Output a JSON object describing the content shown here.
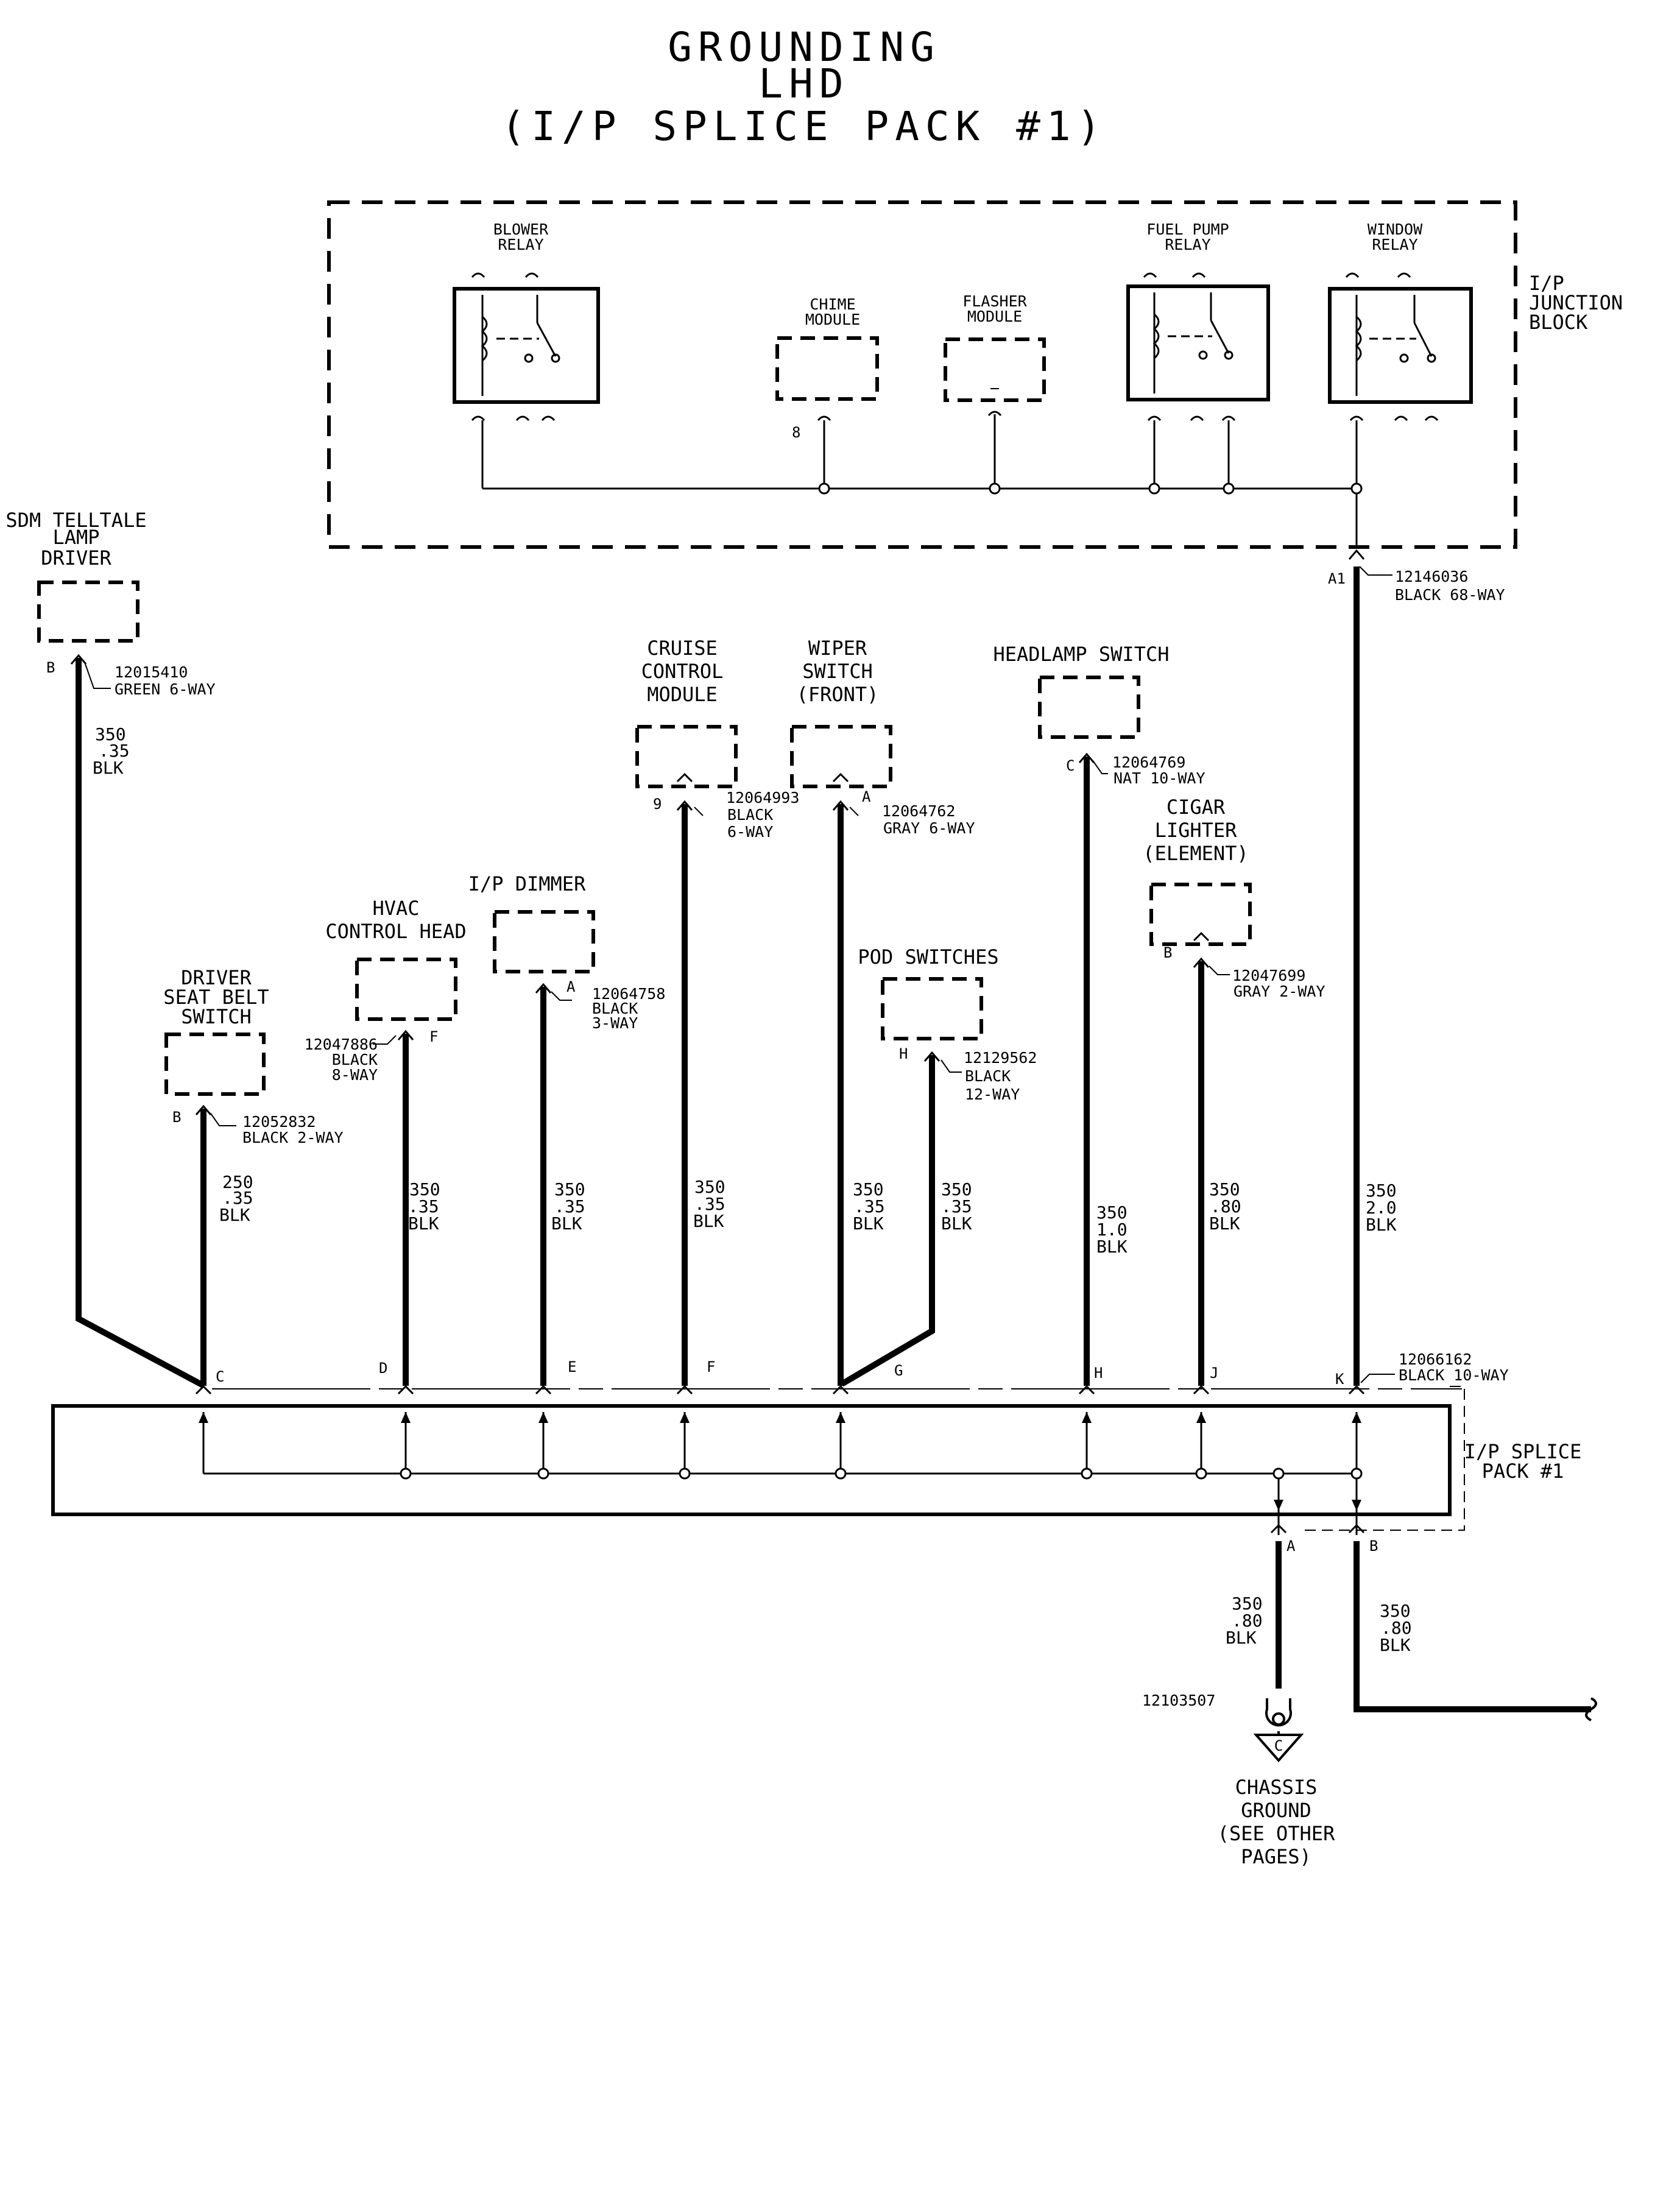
{
  "title": {
    "line1": "GROUNDING",
    "line2": "LHD",
    "line3": "(I/P SPLICE PACK #1)"
  },
  "junction_block": {
    "label": [
      "I/P",
      "JUNCTION",
      "BLOCK"
    ],
    "components": {
      "blower_relay": [
        "BLOWER",
        "RELAY"
      ],
      "chime_module": [
        "CHIME",
        "MODULE"
      ],
      "chime_pin": "8",
      "flasher_module": [
        "FLASHER",
        "MODULE"
      ],
      "fuel_pump_relay": [
        "FUEL PUMP",
        "RELAY"
      ],
      "window_relay": [
        "WINDOW",
        "RELAY"
      ]
    },
    "connector": {
      "pin": "A1",
      "part": "12146036",
      "desc": "BLACK 68-WAY"
    }
  },
  "components": {
    "sdm": {
      "label": [
        "SDM TELLTALE",
        "LAMP",
        "DRIVER"
      ],
      "pin": "B",
      "part": "12015410",
      "desc": "GREEN 6-WAY",
      "wire": [
        "350",
        ".35",
        "BLK"
      ]
    },
    "driver_seat_belt": {
      "label": [
        "DRIVER",
        "SEAT BELT",
        "SWITCH"
      ],
      "pin": "B",
      "part": "12052832",
      "desc": "BLACK 2-WAY",
      "wire": [
        "250",
        ".35",
        "BLK"
      ]
    },
    "hvac": {
      "label": [
        "HVAC",
        "CONTROL HEAD"
      ],
      "pin": "F",
      "part": "12047886",
      "desc": [
        "BLACK",
        "8-WAY"
      ],
      "wire": [
        "350",
        ".35",
        "BLK"
      ]
    },
    "ip_dimmer": {
      "label": [
        "I/P DIMMER"
      ],
      "pin": "A",
      "part": "12064758",
      "desc": [
        "BLACK",
        "3-WAY"
      ],
      "wire": [
        "350",
        ".35",
        "BLK"
      ]
    },
    "cruise": {
      "label": [
        "CRUISE",
        "CONTROL",
        "MODULE"
      ],
      "pin": "9",
      "part": "12064993",
      "desc": [
        "BLACK",
        "6-WAY"
      ],
      "wire": [
        "350",
        ".35",
        "BLK"
      ]
    },
    "wiper": {
      "label": [
        "WIPER",
        "SWITCH",
        "(FRONT)"
      ],
      "pin": "A",
      "part": "12064762",
      "desc": "GRAY 6-WAY",
      "wire": [
        "350",
        ".35",
        "BLK"
      ]
    },
    "pod": {
      "label": [
        "POD SWITCHES"
      ],
      "pin": "H",
      "part": "12129562",
      "desc": [
        "BLACK",
        "12-WAY"
      ],
      "wire": [
        "350",
        ".35",
        "BLK"
      ]
    },
    "headlamp": {
      "label": [
        "HEADLAMP SWITCH"
      ],
      "pin": "C",
      "part": "12064769",
      "desc": "NAT 10-WAY",
      "wire": [
        "350",
        "1.0",
        "BLK"
      ]
    },
    "cigar": {
      "label": [
        "CIGAR",
        "LIGHTER",
        "(ELEMENT)"
      ],
      "pin": "B",
      "part": "12047699",
      "desc": "GRAY 2-WAY",
      "wire": [
        "350",
        ".80",
        "BLK"
      ]
    },
    "jb_wire": {
      "wire": [
        "350",
        "2.0",
        "BLK"
      ]
    }
  },
  "splice_pack": {
    "label": [
      "I/P SPLICE",
      "PACK #1"
    ],
    "part": "12066162",
    "desc": "BLACK 10-WAY",
    "pins": [
      "C",
      "D",
      "E",
      "F",
      "G",
      "H",
      "J",
      "K"
    ],
    "out_a": {
      "pin": "A",
      "wire": [
        "350",
        ".80",
        "BLK"
      ]
    },
    "out_b": {
      "pin": "B",
      "wire": [
        "350",
        ".80",
        "BLK"
      ]
    }
  },
  "ground": {
    "part": "12103507",
    "letter": "C",
    "label": [
      "CHASSIS",
      "GROUND",
      "(SEE OTHER",
      "PAGES)"
    ]
  }
}
